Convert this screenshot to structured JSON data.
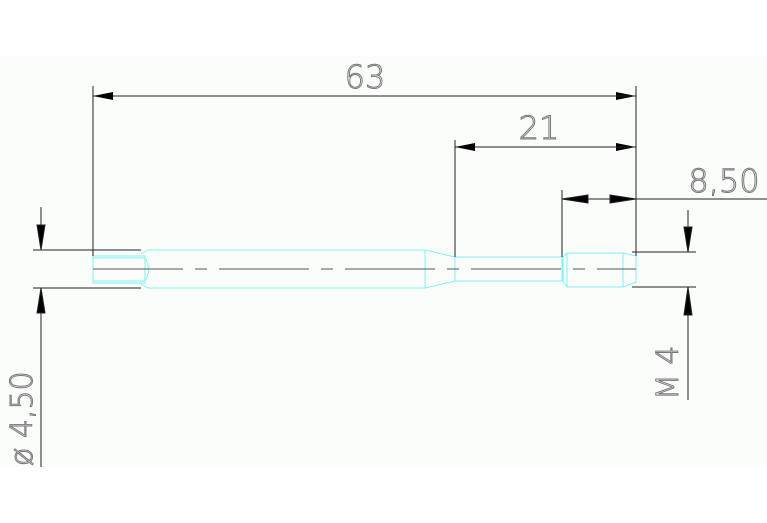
{
  "drawing": {
    "type": "technical drawing - machine tap (side view)",
    "colors": {
      "background": "#fbfdfb",
      "page": "#ffffff",
      "outline": "#7ff3f3",
      "dimension_lines": "#222222",
      "dimension_text": "#777777",
      "centerline": "#555555"
    },
    "dimensions": {
      "total_length": "63",
      "thread_section_length": "21",
      "thread_length": "8,50",
      "shank_diameter": "ø 4,50",
      "thread_size": "M 4"
    }
  }
}
